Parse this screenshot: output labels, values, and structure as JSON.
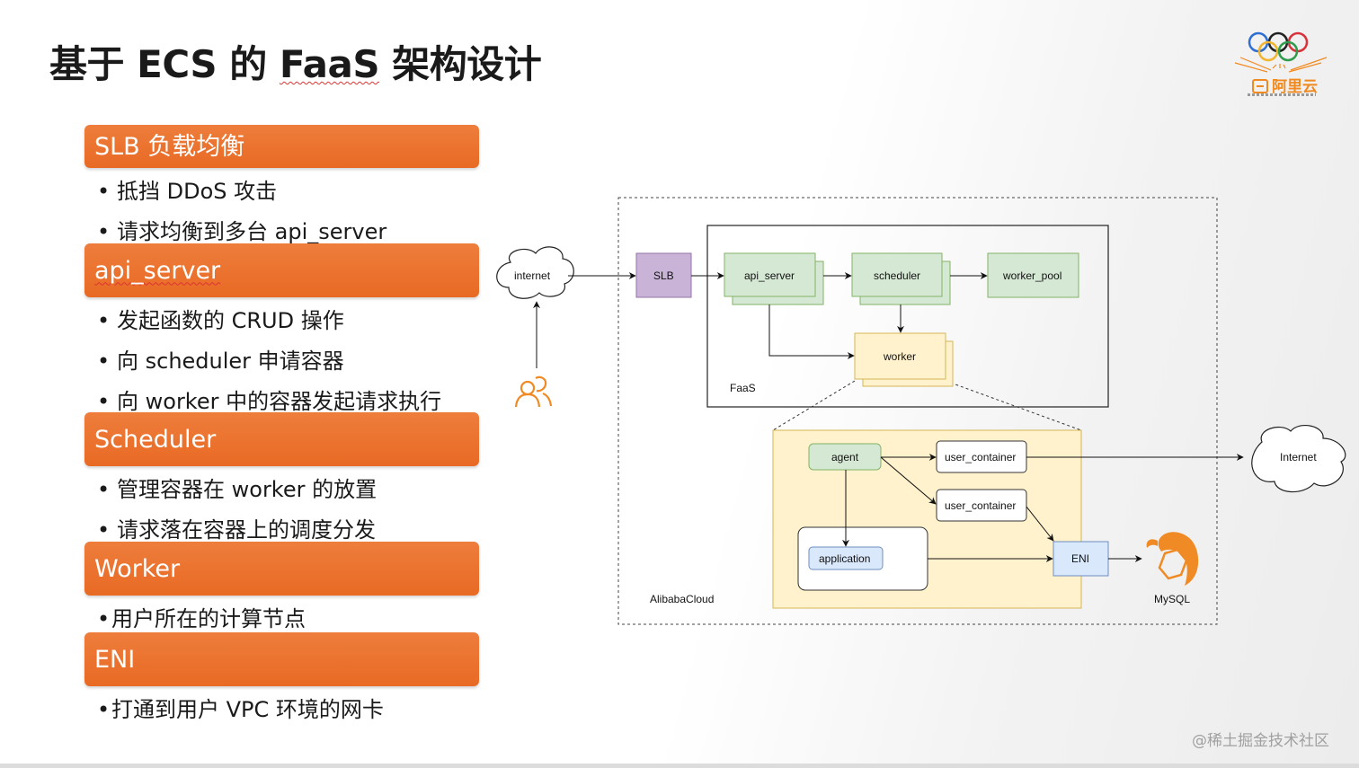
{
  "title": "基于 ECS 的 FaaS 架构设计",
  "title_parts": {
    "prefix": "基于 ECS 的 ",
    "faas": "FaaS",
    "suffix": " 架构设计"
  },
  "logo": {
    "text": "阿里云",
    "icon": "olympic-rings-icon"
  },
  "sections": [
    {
      "header": "SLB 负载均衡",
      "bullets": [
        "抵挡 DDoS 攻击",
        "请求均衡到多台 api_server"
      ]
    },
    {
      "header": "api_server",
      "bullets": [
        "发起函数的 CRUD 操作",
        "向 scheduler 申请容器",
        "向 worker 中的容器发起请求执行"
      ]
    },
    {
      "header": "Scheduler",
      "bullets": [
        "管理容器在 worker 的放置",
        "请求落在容器上的调度分发"
      ]
    },
    {
      "header": "Worker",
      "bullets": [
        "用户所在的计算节点"
      ]
    },
    {
      "header": "ENI",
      "bullets": [
        "打通到用户 VPC 环境的网卡"
      ]
    }
  ],
  "bullet_symbol": "•",
  "diagram": {
    "internet_left": "internet",
    "internet_right": "Internet",
    "slb": "SLB",
    "api_server": "api_server",
    "scheduler": "scheduler",
    "worker_pool": "worker_pool",
    "worker": "worker",
    "faas_label": "FaaS",
    "agent": "agent",
    "user_container_1": "user_container",
    "user_container_2": "user_container",
    "application": "application",
    "eni": "ENI",
    "alibaba_label": "AlibabaCloud",
    "mysql": "MySQL",
    "user_icon": "users-icon",
    "mysql_icon": "mysql-dolphin-icon",
    "colors": {
      "slb_fill": "#c9b4d8",
      "slb_stroke": "#9473a6",
      "green_fill": "#d5e8d4",
      "green_stroke": "#82b366",
      "yellow_fill": "#fff2cc",
      "yellow_stroke": "#d6b656",
      "blue_fill": "#dae8fc",
      "blue_stroke": "#6c8ebf",
      "orange_icon": "#f08a24"
    }
  },
  "watermark": "@稀土掘金技术社区"
}
